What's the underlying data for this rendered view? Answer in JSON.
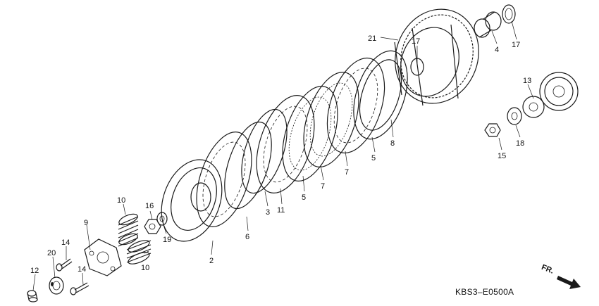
{
  "diagram_code": "KBS3–E0500A",
  "direction_label": "FR.",
  "callouts": [
    {
      "id": "c1",
      "text": "21"
    },
    {
      "id": "c2",
      "text": "17"
    },
    {
      "id": "c3",
      "text": "4"
    },
    {
      "id": "c4",
      "text": "17"
    },
    {
      "id": "c5",
      "text": "13"
    },
    {
      "id": "c6",
      "text": "8"
    },
    {
      "id": "c7",
      "text": "5"
    },
    {
      "id": "c8",
      "text": "7"
    },
    {
      "id": "c9",
      "text": "7"
    },
    {
      "id": "c10",
      "text": "5"
    },
    {
      "id": "c11",
      "text": "11"
    },
    {
      "id": "c12",
      "text": "3"
    },
    {
      "id": "c13",
      "text": "6"
    },
    {
      "id": "c14",
      "text": "2"
    },
    {
      "id": "c15",
      "text": "15"
    },
    {
      "id": "c16",
      "text": "18"
    },
    {
      "id": "c17",
      "text": "10"
    },
    {
      "id": "c18",
      "text": "10"
    },
    {
      "id": "c19",
      "text": "16"
    },
    {
      "id": "c20",
      "text": "19"
    },
    {
      "id": "c21",
      "text": "9"
    },
    {
      "id": "c22",
      "text": "14"
    },
    {
      "id": "c23",
      "text": "14"
    },
    {
      "id": "c24",
      "text": "20"
    },
    {
      "id": "c25",
      "text": "12"
    }
  ]
}
